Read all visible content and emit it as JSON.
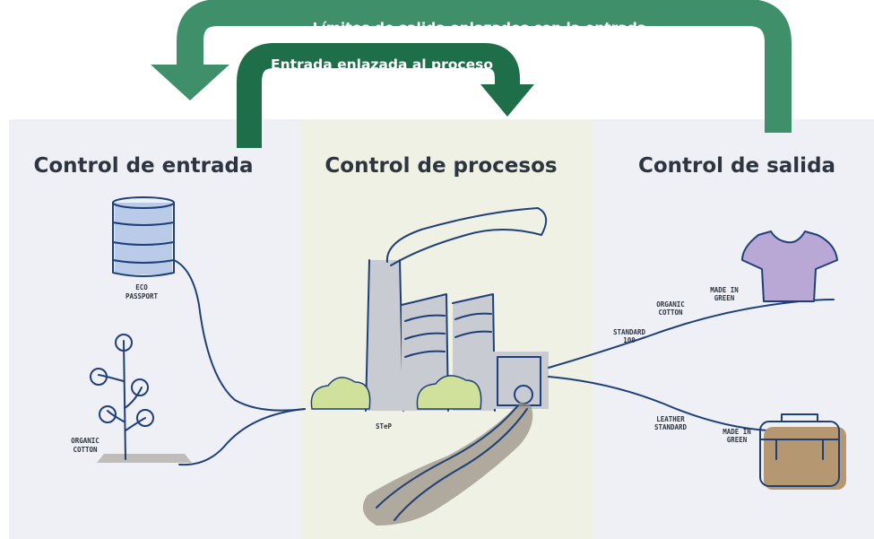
{
  "arrows": {
    "outer_label": "Límites de salida enlazados con la entrada",
    "inner_label": "Entrada enlazada al proceso"
  },
  "columns": {
    "input": "Control de entrada",
    "process": "Control de procesos",
    "output": "Control de salida"
  },
  "labels": {
    "eco_passport": [
      "ECO",
      "PASSPORT"
    ],
    "organic_cotton_left": [
      "ORGANIC",
      "COTTON"
    ],
    "step": "STeP",
    "organic_cotton_right": [
      "ORGANIC",
      "COTTON"
    ],
    "made_in_green_top": [
      "MADE IN",
      "GREEN"
    ],
    "standard_100": [
      "STANDARD",
      "100"
    ],
    "leather_standard": [
      "LEATHER",
      "STANDARD"
    ],
    "made_in_green_bottom": [
      "MADE IN",
      "GREEN"
    ]
  },
  "colors": {
    "outer_arrow": "#3f8f6a",
    "inner_arrow": "#1f6e4a",
    "ink": "#1e3f78",
    "barrel": "#b9cbe8",
    "leaf": "#cfe19a",
    "shirt": "#b9a7d6",
    "bag": "#b59872",
    "river": "#9a9186"
  },
  "icons": [
    "barrel-icon",
    "cotton-plant-icon",
    "factory-icon",
    "shirt-icon",
    "bag-icon"
  ]
}
